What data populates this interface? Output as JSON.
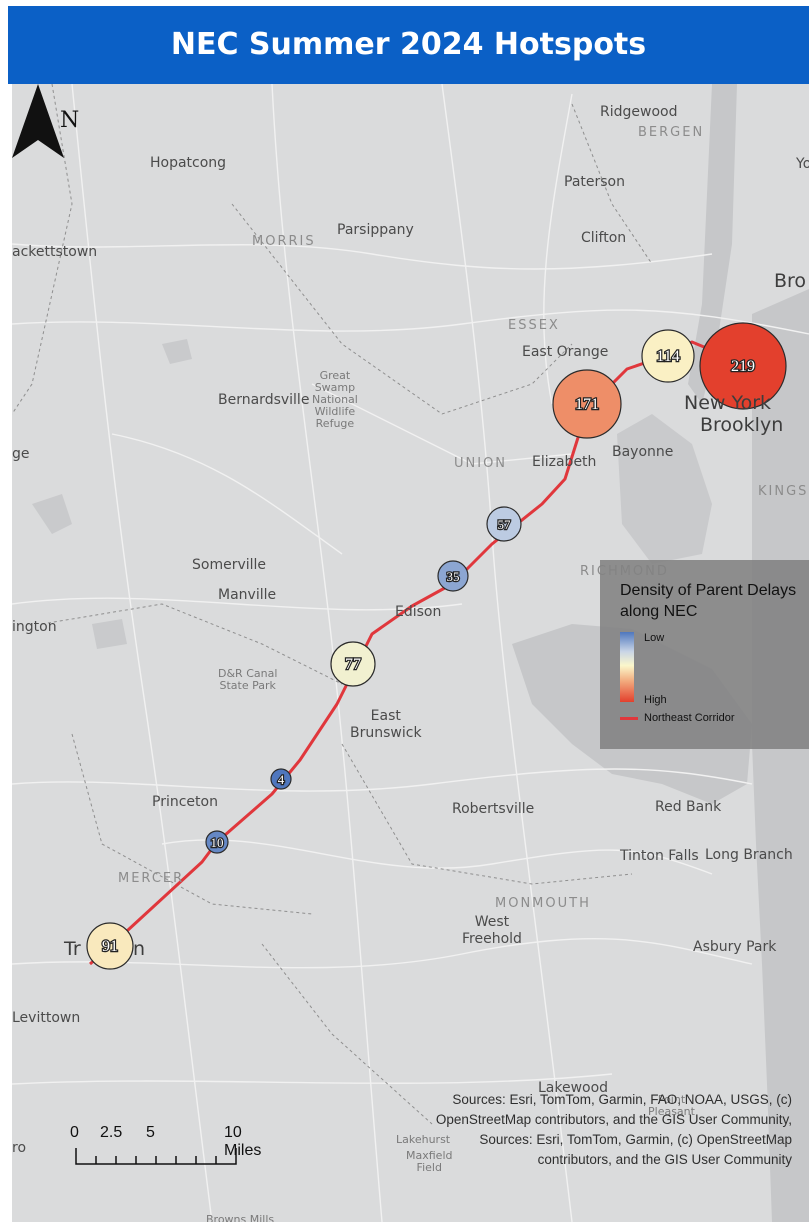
{
  "title": "NEC Summer 2024 Hotspots",
  "colors": {
    "title_bar": "#0b60c6",
    "corridor_line": "#e0373c",
    "low": "#4f77be",
    "mid": "#fbf7cb",
    "high": "#e3402d"
  },
  "north_arrow": {
    "letter": "N",
    "icon": "north-arrow-icon"
  },
  "place_labels": {
    "ridgewood": "Ridgewood",
    "bergen": "BERGEN",
    "hopatcong": "Hopatcong",
    "paterson": "Paterson",
    "yo": "Yo",
    "parsippany": "Parsippany",
    "morris": "MORRIS",
    "clifton": "Clifton",
    "hackettstown": "ackettstown",
    "bro": "Bro",
    "essex": "ESSEX",
    "east_orange": "East Orange",
    "great_swamp": "Great\nSwamp\nNational\nWildlife\nRefuge",
    "bernardsville": "Bernardsville",
    "new_york": "New York",
    "brooklyn": "Brooklyn",
    "ge": "ge",
    "union": "UNION",
    "elizabeth": "Elizabeth",
    "bayonne": "Bayonne",
    "kings": "KINGS",
    "richmond": "RICHMOND",
    "somerville": "Somerville",
    "manville": "Manville",
    "edison": "Edison",
    "ington": "ington",
    "dr_canal": "D&R Canal\nState Park",
    "east_brunswick": "East\nBrunswick",
    "princeton": "Princeton",
    "robertsville": "Robertsville",
    "red_bank": "Red Bank",
    "tinton_falls": "Tinton Falls",
    "long_branch": "Long Branch",
    "mercer": "MERCER",
    "monmouth": "MONMOUTH",
    "west_freehold": "West\nFreehold",
    "asbury_park": "Asbury Park",
    "trenton_pre": "Tr",
    "trenton_post": "n",
    "levittown": "Levittown",
    "lakewood": "Lakewood",
    "point_pleasant": "Point\nPleasant",
    "lakehurst": "Lakehurst",
    "maxfield": "Maxfield\nField",
    "ro": "ro",
    "browns_mills": "Browns Mills"
  },
  "hotspots": [
    {
      "value": 91,
      "level": 0.52,
      "lon_idx": 1
    },
    {
      "value": 10,
      "level": 0.05
    },
    {
      "value": 4,
      "level": 0.0
    },
    {
      "value": 77,
      "level": 0.44
    },
    {
      "value": 35,
      "level": 0.14
    },
    {
      "value": 57,
      "level": 0.25
    },
    {
      "value": 171,
      "level": 0.78
    },
    {
      "value": 114,
      "level": 0.5
    },
    {
      "value": 219,
      "level": 1.0
    }
  ],
  "legend": {
    "title": "Density of Parent Delays along NEC",
    "low": "Low",
    "high": "High",
    "line_label": "Northeast Corridor"
  },
  "scale_bar": {
    "labels": [
      "0",
      "2.5",
      "5",
      "10 Miles"
    ]
  },
  "sources": "Sources:  Esri, TomTom, Garmin, FAO, NOAA, USGS, (c) OpenStreetMap contributors, and the GIS User Community, Sources:  Esri, TomTom, Garmin, (c) OpenStreetMap contributors, and the GIS User Community"
}
